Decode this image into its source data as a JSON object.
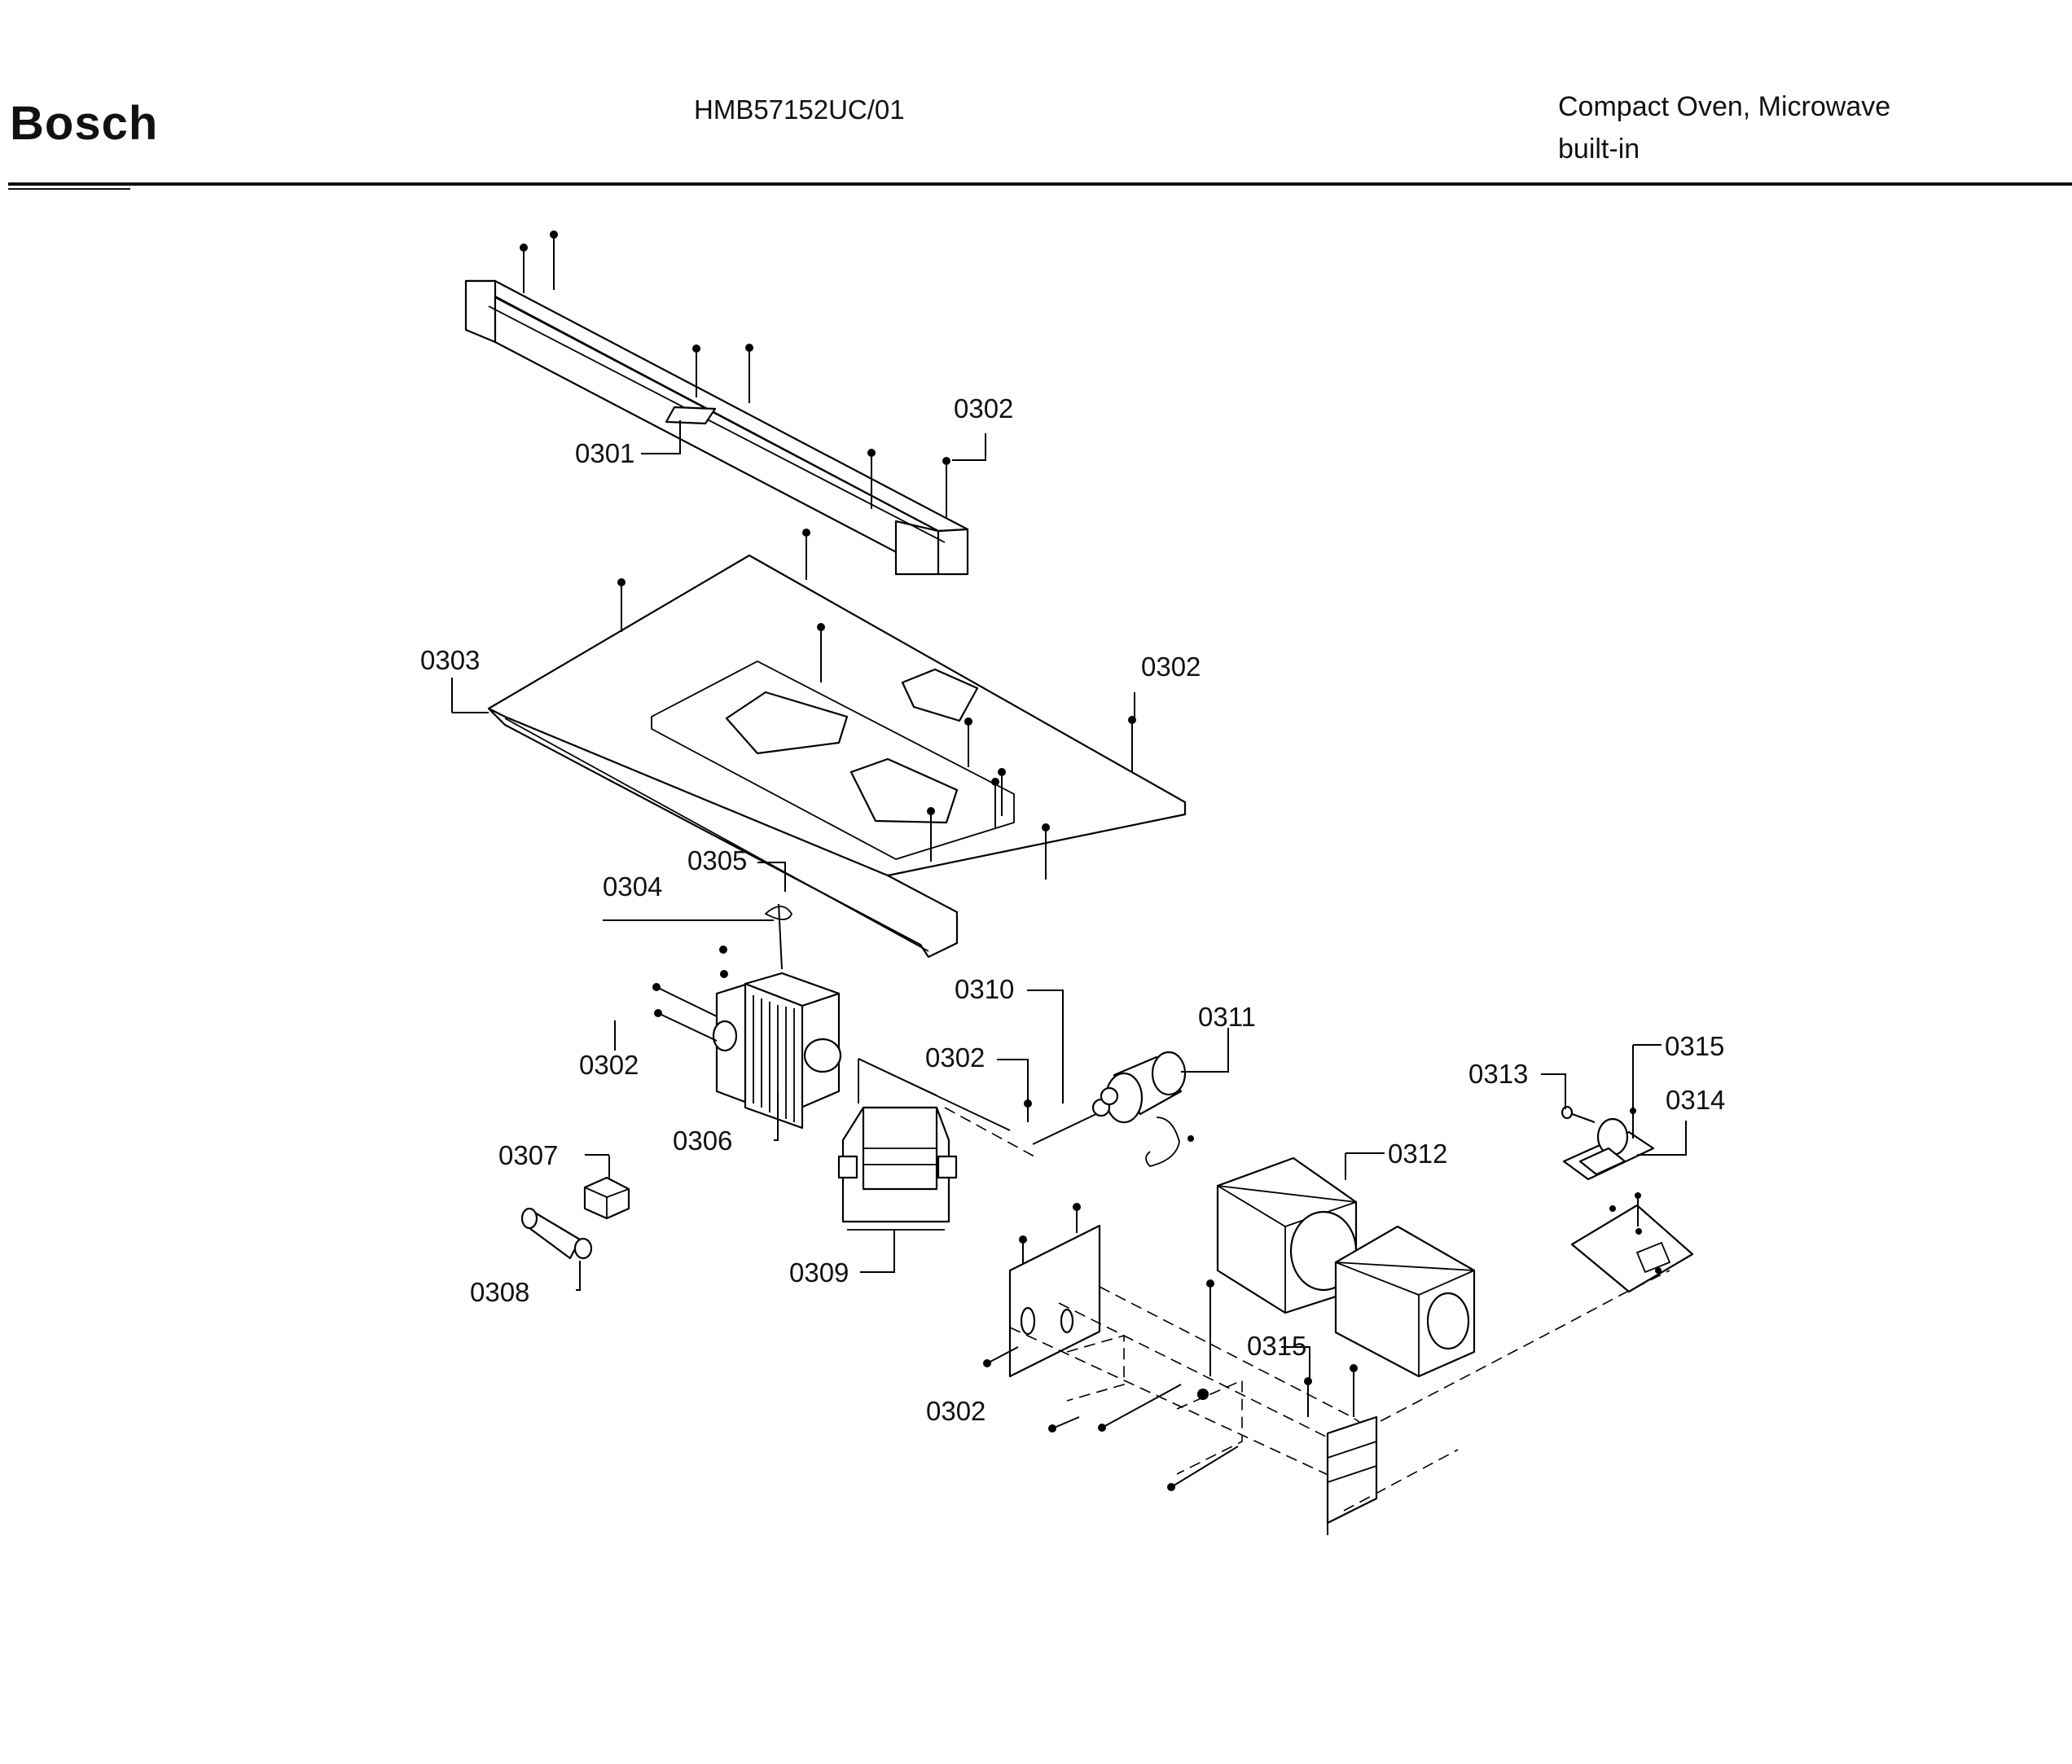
{
  "header": {
    "brand": "Bosch",
    "model": "HMB57152UC/01",
    "description_line1": "Compact Oven, Microwave",
    "description_line2": "built-in"
  },
  "callouts": {
    "c0301": "0301",
    "c0302_a": "0302",
    "c0302_b": "0302",
    "c0302_c": "0302",
    "c0302_d": "0302",
    "c0302_e": "0302",
    "c0303": "0303",
    "c0304": "0304",
    "c0305": "0305",
    "c0306": "0306",
    "c0307": "0307",
    "c0308": "0308",
    "c0309": "0309",
    "c0310": "0310",
    "c0311": "0311",
    "c0312": "0312",
    "c0313": "0313",
    "c0314": "0314",
    "c0315_a": "0315",
    "c0315_b": "0315"
  }
}
